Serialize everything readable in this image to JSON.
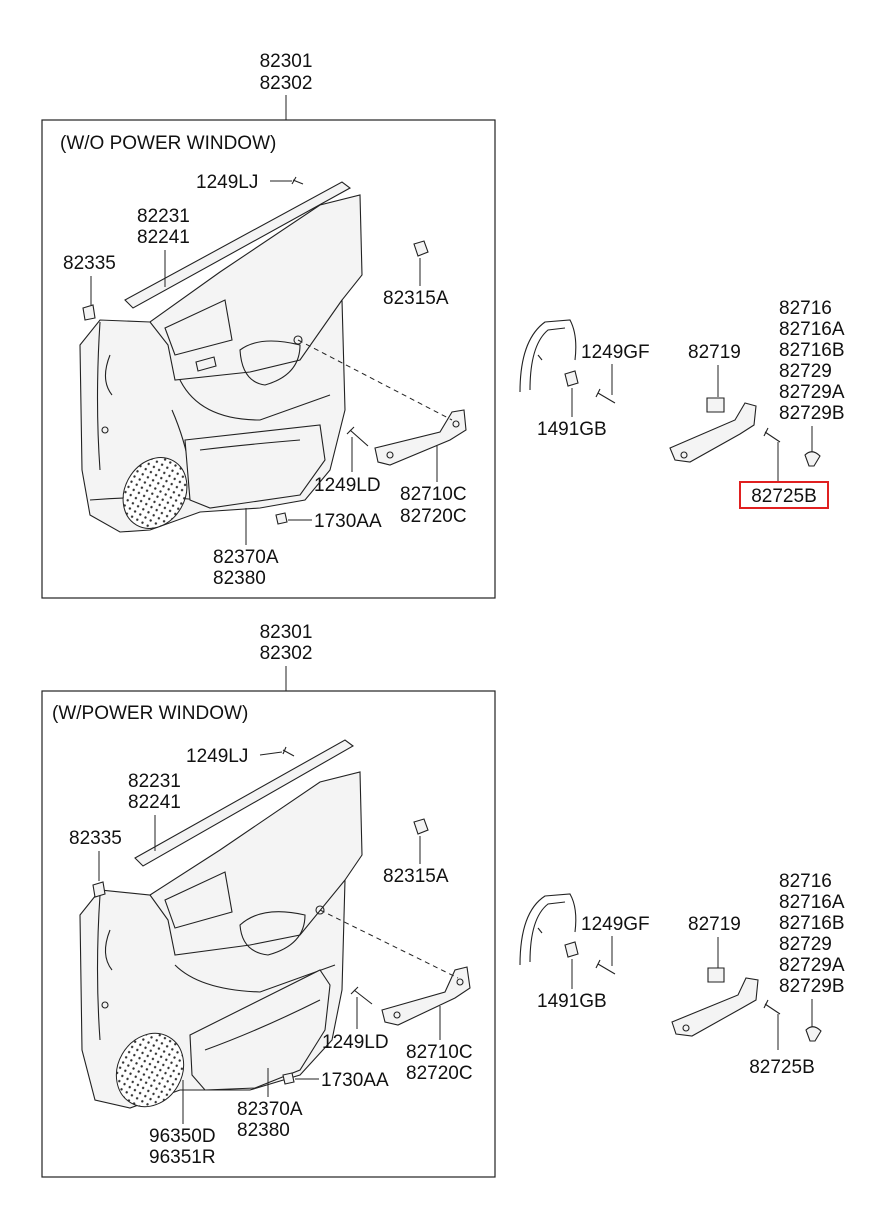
{
  "colors": {
    "highlight": "#e02020",
    "line": "#222222"
  },
  "top": {
    "main_labels": [
      "82301",
      "82302"
    ],
    "box_title": "(W/O POWER WINDOW)",
    "labels": {
      "lj": "1249LJ",
      "strip": [
        "82231",
        "82241"
      ],
      "clip335": "82335",
      "clip315": "82315A",
      "ld": "1249LD",
      "handle": [
        "82710C",
        "82720C"
      ],
      "aa": "1730AA",
      "pocket": [
        "82370A",
        "82380"
      ]
    },
    "side": {
      "gf": "1249GF",
      "gb": "1491GB",
      "h719": "82719",
      "grip": [
        "82716",
        "82716A",
        "82716B",
        "82729",
        "82729A",
        "82729B"
      ],
      "screw": "82725B"
    }
  },
  "bottom": {
    "main_labels": [
      "82301",
      "82302"
    ],
    "box_title": "(W/POWER WINDOW)",
    "labels": {
      "lj": "1249LJ",
      "strip": [
        "82231",
        "82241"
      ],
      "clip335": "82335",
      "clip315": "82315A",
      "ld": "1249LD",
      "handle": [
        "82710C",
        "82720C"
      ],
      "aa": "1730AA",
      "pocket": [
        "82370A",
        "82380"
      ],
      "speaker": [
        "96350D",
        "96351R"
      ]
    },
    "side": {
      "gf": "1249GF",
      "gb": "1491GB",
      "h719": "82719",
      "grip": [
        "82716",
        "82716A",
        "82716B",
        "82729",
        "82729A",
        "82729B"
      ],
      "screw": "82725B"
    }
  }
}
